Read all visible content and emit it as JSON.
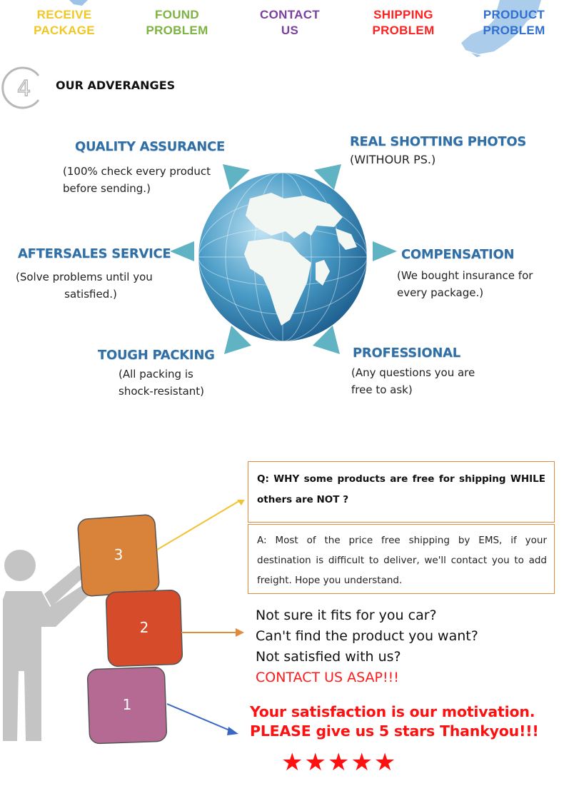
{
  "steps": [
    {
      "line1": "RECEIVE",
      "line2": "PACKAGE",
      "color": "#f2c623"
    },
    {
      "line1": "FOUND",
      "line2": "PROBLEM",
      "color": "#7cb342"
    },
    {
      "line1": "CONTACT",
      "line2": "US",
      "color": "#7b3fa0"
    },
    {
      "line1": "SHIPPING",
      "line2": "PROBLEM",
      "color": "#ff2020"
    },
    {
      "line1": "PRODUCT",
      "line2": "PROBLEM",
      "color": "#2f6fd0"
    }
  ],
  "section": {
    "number": "4",
    "title": "OUR ADVERANGES"
  },
  "advantages": {
    "quality": {
      "title": "QUALITY  ASSURANCE",
      "desc1": "(100% check every product",
      "desc2": "before sending.)"
    },
    "photos": {
      "title": "REAL SHOTTING PHOTOS",
      "desc1": "(WITHOUR PS.)"
    },
    "aftersales": {
      "title": "AFTERSALES SERVICE",
      "desc1": "(Solve problems until you",
      "desc2": "satisfied.)"
    },
    "compensation": {
      "title": "COMPENSATION",
      "desc1": "(We bought insurance for",
      "desc2": "every package.)"
    },
    "packing": {
      "title": "TOUGH PACKING",
      "desc1": "(All  packing  is",
      "desc2": "shock-resistant)"
    },
    "professional": {
      "title": "PROFESSIONAL",
      "desc1": "(Any questions you are",
      "desc2": "free to ask)"
    }
  },
  "blocks": [
    {
      "label": "3",
      "color": "#d9823a"
    },
    {
      "label": "2",
      "color": "#d64b2a"
    },
    {
      "label": "1",
      "color": "#b46a92"
    }
  ],
  "qa": {
    "question": "Q: WHY some products are free for shipping WHILE others are NOT ?",
    "answer": "A: Most of the price free shipping by EMS, if your destination is difficult to deliver, we'll contact you to add freight. Hope you understand."
  },
  "help": {
    "line1": "Not sure it fits for you car?",
    "line2": "Can't find the product you want?",
    "line3": "Not satisfied with us?",
    "line4": "CONTACT US ASAP!!!"
  },
  "satisfaction": {
    "line1": "Your satisfaction is our motivation.",
    "line2": "PLEASE give us 5 stars Thankyou!!!"
  },
  "stars": "★★★★★",
  "colors": {
    "accent_blue": "#2f6fa5",
    "teal": "#5fb3c2",
    "orange_border": "#e08a3c",
    "red": "#ff1010"
  }
}
